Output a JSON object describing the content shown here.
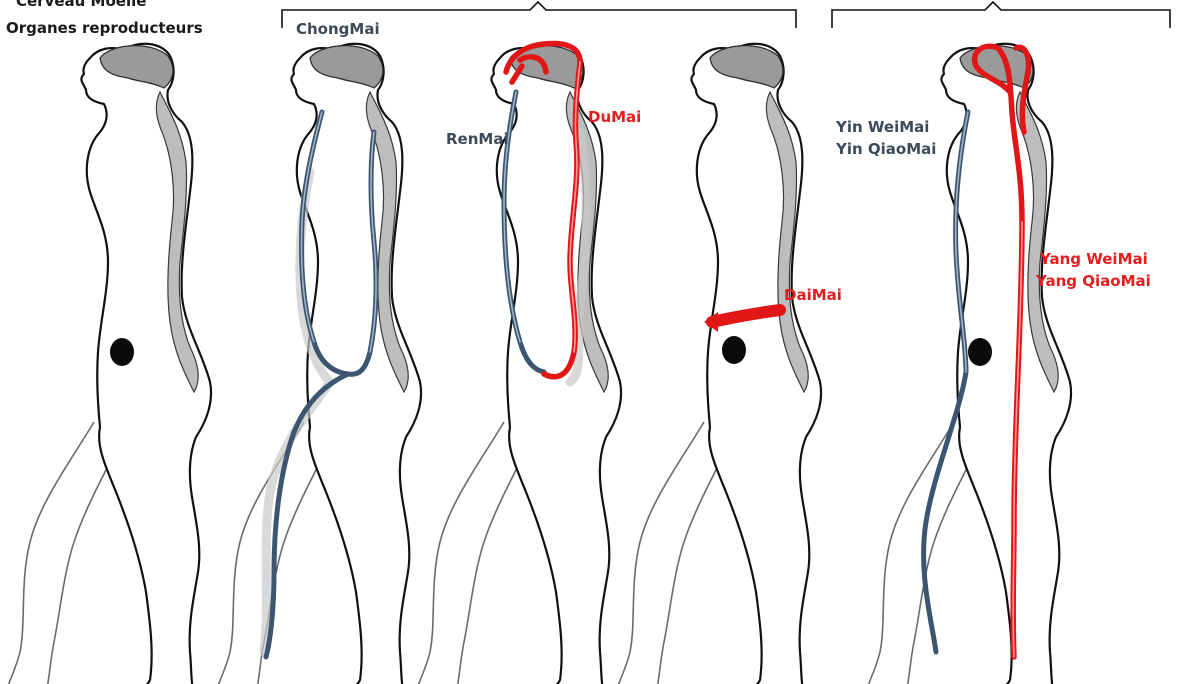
{
  "labels": {
    "figure1_line1": "Cerveau Moelle",
    "figure1_line2": "Organes reproducteurs",
    "chongmai": "ChongMai",
    "renmai": "RenMai",
    "dumai": "DuMai",
    "daimai": "DaiMai",
    "yin_line1": "Yin WeiMai",
    "yin_line2": "Yin QiaoMai",
    "yang_line1": "Yang WeiMai",
    "yang_line2": "Yang QiaoMai"
  },
  "colors": {
    "yin_channel": "#3c5570",
    "yang_channel": "#e11616",
    "label_dark": "#1a1a1a",
    "label_slate": "#3c4a5a",
    "label_red": "#e31e1e"
  },
  "figures": [
    {
      "name": "figure-brain-marrow-reproductive",
      "channels": []
    },
    {
      "name": "figure-chongmai",
      "channels": [
        "ChongMai"
      ]
    },
    {
      "name": "figure-renmai-dumai",
      "channels": [
        "RenMai",
        "DuMai"
      ]
    },
    {
      "name": "figure-daimai",
      "channels": [
        "DaiMai"
      ]
    },
    {
      "name": "figure-wei-qiao",
      "channels": [
        "Yin WeiMai",
        "Yin QiaoMai",
        "Yang WeiMai",
        "Yang QiaoMai"
      ]
    }
  ]
}
